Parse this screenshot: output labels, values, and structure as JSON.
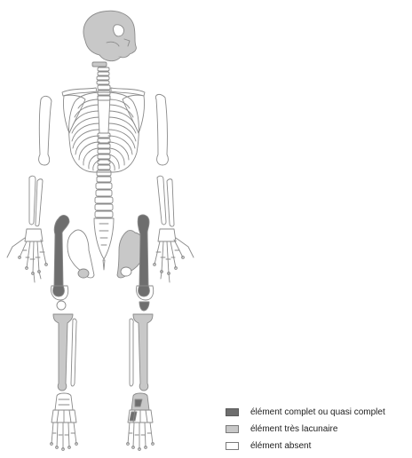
{
  "colors": {
    "complete": "#6e6e6e",
    "lacunar": "#c8c8c8",
    "absent": "#ffffff",
    "outline": "#8a8a8a"
  },
  "legend": {
    "items": [
      {
        "label": "élément complet ou quasi complet",
        "status": "complete"
      },
      {
        "label": "élément très lacunaire",
        "status": "lacunar"
      },
      {
        "label": "élément absent",
        "status": "absent"
      }
    ]
  }
}
